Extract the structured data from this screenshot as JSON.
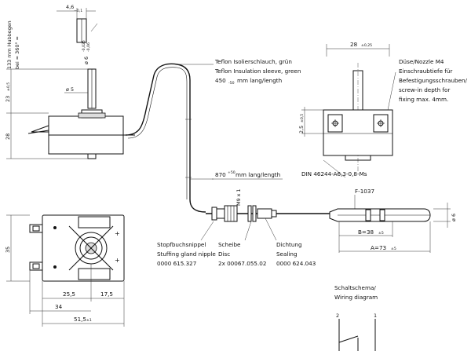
{
  "side_view": {
    "dim_width_tol": "4,6",
    "dim_width_tol_sub": "−0,1",
    "shaft_tolerance": "ø 6",
    "shaft_tol_upper": "-0,025",
    "shaft_tol_lower": "-0,06",
    "travel_note": "133 mm Hubbogen",
    "rotation_note": "bei ≈ 360° ≈",
    "dim_23": "23",
    "dim_23_tol": "±0,5",
    "dim_phi5": "ø 5",
    "dim_28": "28"
  },
  "sleeve": {
    "label_de": "Teflon Isolierschlauch, grün",
    "label_en": "Teflon Insulation sleeve, green",
    "length": "450",
    "length_tol": "-50",
    "length_unit": "mm lang/length"
  },
  "capillary": {
    "length": "870",
    "length_tol": "+50",
    "length_unit": "mm lang/length",
    "thread": "M9 x 1"
  },
  "front_view": {
    "dim_28": "28",
    "dim_28_tol": "±0,25",
    "dim_2_5": "2,5",
    "dim_2_5_tol": "±0,5",
    "din": "DIN 46244-A6,3-0,8-Ms",
    "nozzle_label": "Düse/Nozzle M4",
    "nozzle_lines": [
      "Einschraubtiefe für",
      "Befestigungsschrauben/",
      "screw-in depth for",
      "fixing max. 4mm."
    ]
  },
  "bulb": {
    "label": "F-1037",
    "dim_b": "B=38",
    "dim_b_tol": "±5",
    "dim_a": "A=73",
    "dim_a_tol": "±5",
    "dim_d": "ø 6"
  },
  "parts": [
    {
      "de": "Stopfbuchsnippel",
      "en": "Stuffing gland nipple",
      "code": "0000 615.327"
    },
    {
      "de": "Scheibe",
      "en": "Disc",
      "code": "2x 00067.055.02"
    },
    {
      "de": "Dichtung",
      "en": "Sealing",
      "code": "0000 624.043"
    }
  ],
  "top_view": {
    "dim_35": "35",
    "dim_25_5": "25,5",
    "dim_17_5": "17,5",
    "dim_34": "34",
    "dim_51_5": "51,5",
    "dim_51_5_tol": "±1"
  },
  "wiring": {
    "label_de": "Schaltschema/",
    "label_en": "Wiring diagram",
    "terminal_left": "2",
    "terminal_right": "1"
  }
}
